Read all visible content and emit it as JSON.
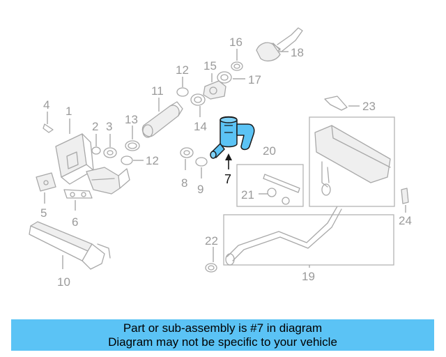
{
  "callouts": {
    "c1": "1",
    "c2": "2",
    "c3": "3",
    "c4": "4",
    "c5": "5",
    "c6": "6",
    "c7": "7",
    "c8": "8",
    "c9": "9",
    "c10": "10",
    "c11": "11",
    "c12a": "12",
    "c12b": "12",
    "c13": "13",
    "c14": "14",
    "c15": "15",
    "c16": "16",
    "c17": "17",
    "c18": "18",
    "c19": "19",
    "c20": "20",
    "c21": "21",
    "c22": "22",
    "c23": "23",
    "c24": "24"
  },
  "highlight": {
    "part": "7",
    "color": "#5bc3f5"
  },
  "banner": {
    "line1": "Part or sub-assembly is #7 in diagram",
    "line2": "Diagram may not be specific to your vehicle",
    "color": "#5bc3f5"
  }
}
